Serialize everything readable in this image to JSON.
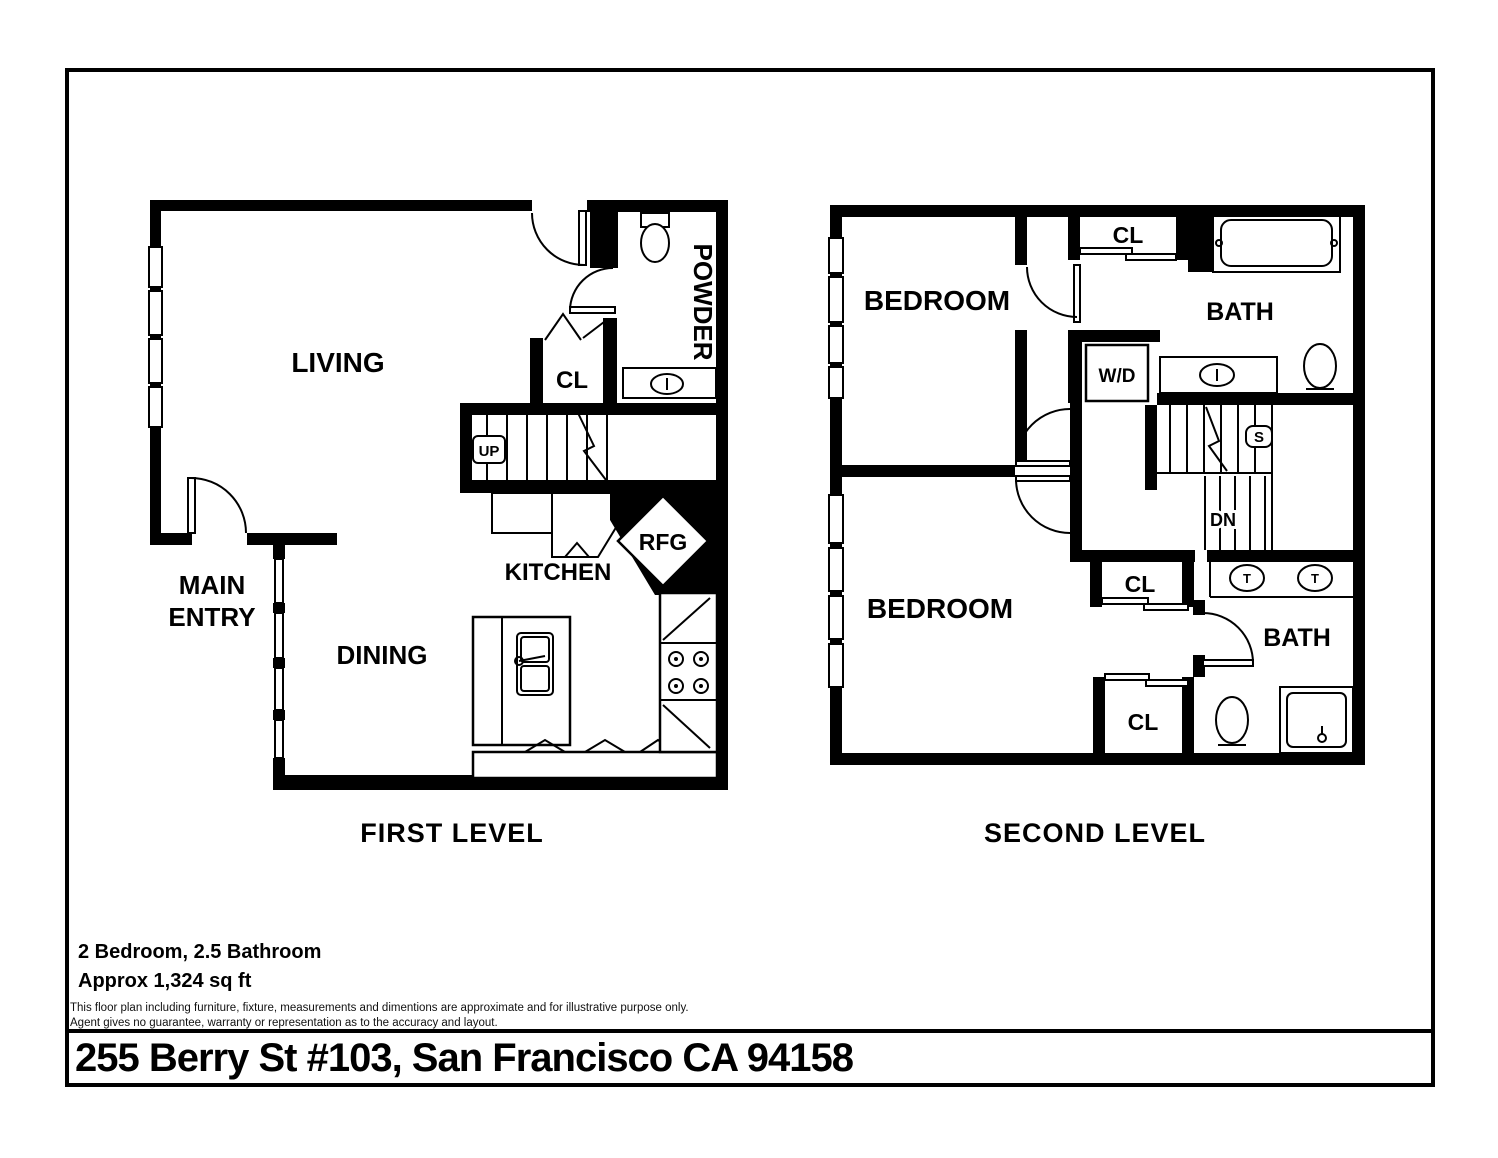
{
  "page": {
    "background": "#ffffff",
    "line_color": "#000000"
  },
  "plans": {
    "first": {
      "title": "FIRST LEVEL",
      "rooms": {
        "living": "LIVING",
        "main_entry_line1": "MAIN",
        "main_entry_line2": "ENTRY",
        "dining": "DINING",
        "kitchen": "KITCHEN",
        "powder": "POWDER",
        "closet": "CL",
        "refrigerator": "RFG",
        "stairs_up": "UP"
      }
    },
    "second": {
      "title": "SECOND LEVEL",
      "rooms": {
        "bedroom_top": "BEDROOM",
        "bedroom_bottom": "BEDROOM",
        "bath_top": "BATH",
        "bath_bottom": "BATH",
        "closet_top": "CL",
        "closet_middle": "CL",
        "closet_bottom": "CL",
        "washer_dryer": "W/D",
        "stairs_down": "DN",
        "stairs_symbol": "S",
        "sink_left": "T",
        "sink_right": "T"
      }
    }
  },
  "summary": {
    "line1": "2 Bedroom, 2.5 Bathroom",
    "line2": "Approx 1,324 sq ft"
  },
  "disclaimer": {
    "line1": "This floor plan including furniture, fixture, measurements and dimentions are approximate and for illustrative purpose only.",
    "line2": "Agent gives no guarantee, warranty or representation as to the accuracy and layout."
  },
  "address_bar": {
    "text": "255 Berry St #103, San Francisco CA 94158"
  }
}
